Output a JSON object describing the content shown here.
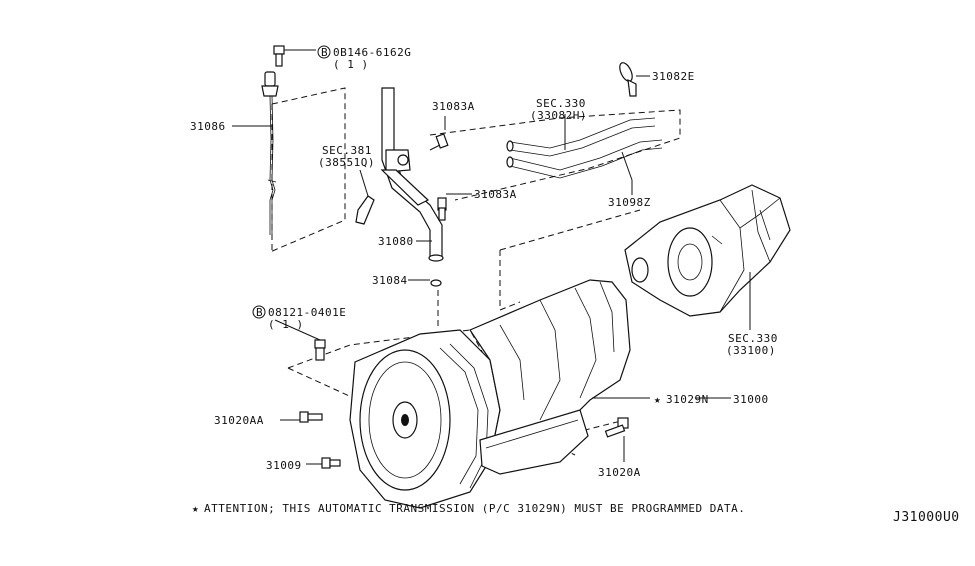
{
  "labels": {
    "bolt_top_code": "0B146-6162G",
    "bolt_top_qty": "( 1 )",
    "p31082E": "31082E",
    "p31086": "31086",
    "p31083A_1": "31083A",
    "sec330_top": "SEC.330",
    "sec330_top_sub": "(33082H)",
    "sec381": "SEC.381",
    "sec381_sub": "(38551Q)",
    "p31083A_2": "31083A",
    "p31098Z": "31098Z",
    "p31080": "31080",
    "p31084": "31084",
    "bolt_mid_code": "08121-0401E",
    "bolt_mid_qty": "( 1 )",
    "sec330_case": "SEC.330",
    "sec330_case_sub": "(33100)",
    "p31029N": "31029N",
    "p31000": "31000",
    "p31020AA": "31020AA",
    "p31009": "31009",
    "p31020A": "31020A"
  },
  "circle_symbol": "B",
  "footnote": "ATTENTION; THIS AUTOMATIC TRANSMISSION (P/C   31029N) MUST BE PROGRAMMED DATA.",
  "star_symbol": "★",
  "diagram_code": "J31000U0"
}
